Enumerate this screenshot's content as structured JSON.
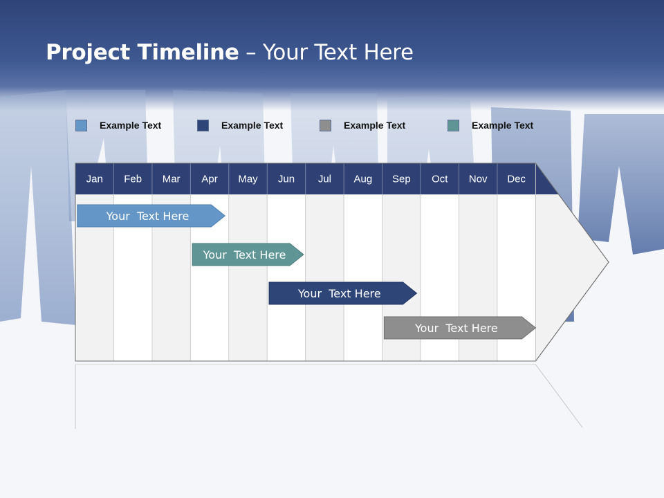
{
  "slide": {
    "title_bold": "Project Timeline",
    "title_rest": " – Your Text Here"
  },
  "legend": [
    {
      "label": "Example Text",
      "color": "#6496c8"
    },
    {
      "label": "Example Text",
      "color": "#2e4578"
    },
    {
      "label": "Example Text",
      "color": "#8e8e8e"
    },
    {
      "label": "Example Text",
      "color": "#5f9695"
    }
  ],
  "timeline": {
    "months": [
      "Jan",
      "Feb",
      "Mar",
      "Apr",
      "May",
      "Jun",
      "Jul",
      "Aug",
      "Sep",
      "Oct",
      "Nov",
      "Dec"
    ],
    "header_color": "#2f4174",
    "tasks": [
      {
        "label": "Your  Text Here",
        "start": 0.05,
        "end": 3.9,
        "color": "#6496c8",
        "border": "#4d7fb0"
      },
      {
        "label": "Your  Text Here",
        "start": 3.05,
        "end": 5.95,
        "color": "#5f9695",
        "border": "#4a7c7b"
      },
      {
        "label": "Your  Text Here",
        "start": 5.05,
        "end": 8.9,
        "color": "#2e4578",
        "border": "#22355f"
      },
      {
        "label": "Your  Text Here",
        "start": 8.05,
        "end": 12.0,
        "color": "#8e8e8e",
        "border": "#6e6e6e"
      }
    ]
  }
}
